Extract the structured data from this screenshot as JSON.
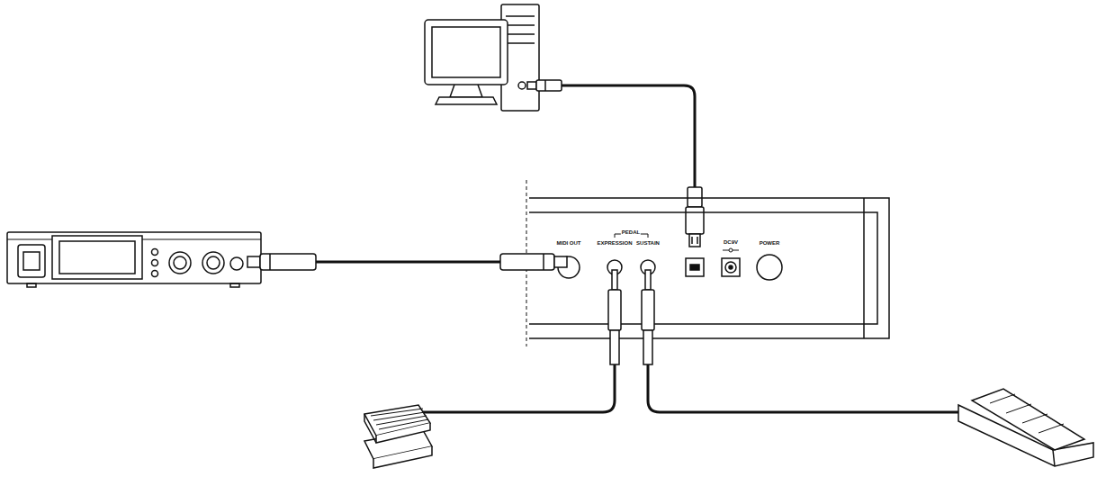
{
  "diagram": {
    "labels": [
      "MIDI OUT",
      "PEDAL",
      "EXPRESSION",
      "SUSTAIN",
      "DC9V",
      "POWER"
    ]
  }
}
